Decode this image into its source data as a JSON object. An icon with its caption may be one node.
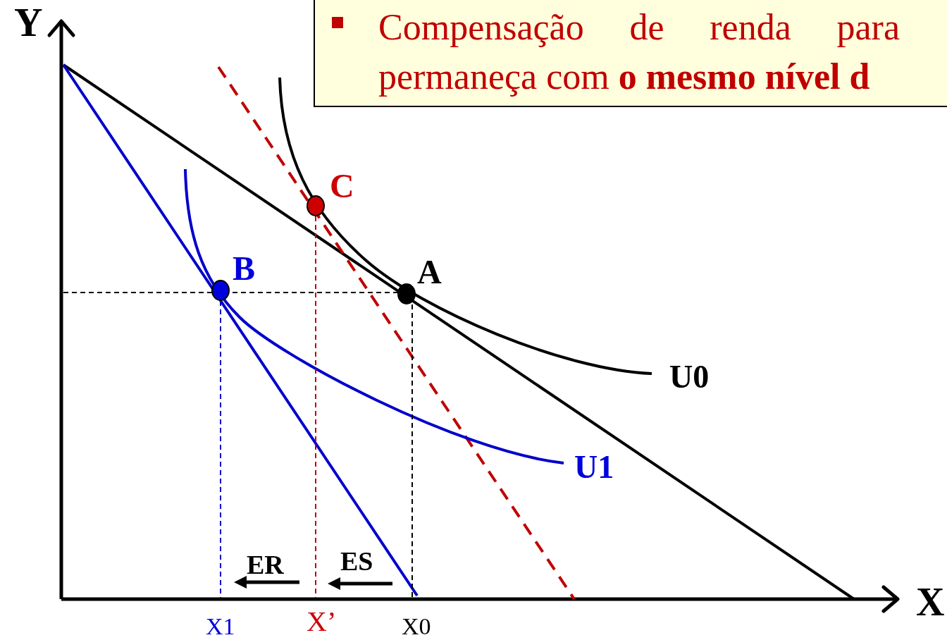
{
  "diagram": {
    "nodes": [
      {
        "text": [
          "Compensação de renda para permaneça com **o mesmo nível d**"
        ]
      },
      {
        "text": [
          "C"
        ]
      },
      {
        "text": [
          "B"
        ]
      },
      {
        "text": [
          "A"
        ]
      }
    ],
    "labels": [
      "Y",
      "U0",
      "U1",
      "ER",
      "ES",
      "X",
      "X1",
      "X’",
      "X0"
    ]
  }
}
